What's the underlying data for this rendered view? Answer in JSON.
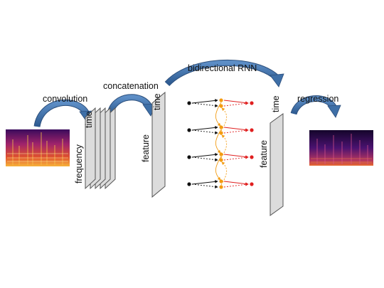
{
  "labels": {
    "convolution": "convolution",
    "concatenation": "concatenation",
    "bidirectional_rnn": "bidirectional RNN",
    "regression": "regression",
    "time_maps": "time",
    "frequency": "frequency",
    "time_concat": "time",
    "feature_concat": "feature",
    "time_out": "time",
    "feature_out": "feature"
  },
  "colors": {
    "arrow_fill": "#3e6fa7",
    "arrow_stroke": "#2c4f7c",
    "input_node": "#111111",
    "hidden_node": "#f39c12",
    "output_node": "#e02020",
    "forward_link": "#111111",
    "backward_link": "#e02020",
    "recurrent_link": "#f39c12",
    "slab_face": "#dcdcdc",
    "slab_edge": "#555555"
  },
  "icons": {
    "input_spectrogram": "spectrogram-image",
    "output_spectrogram": "spectrogram-image",
    "process_arrow": "curved-arrow-icon"
  },
  "rnn": {
    "timesteps": 4
  }
}
